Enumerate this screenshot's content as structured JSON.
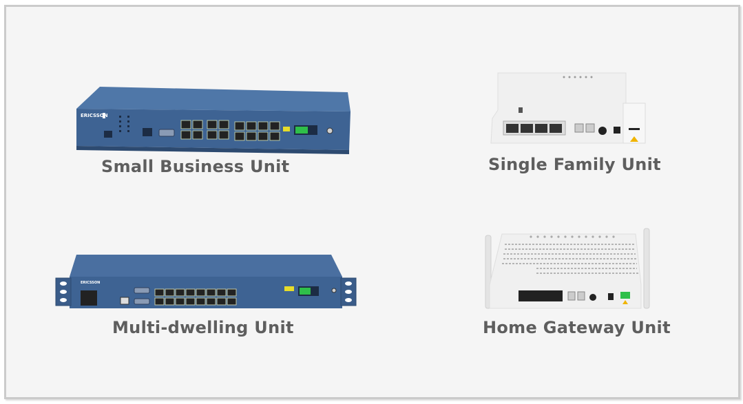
{
  "slide": {
    "products": [
      {
        "id": "small-business-unit",
        "label": "Small Business Unit",
        "device": "rack-switch-blue",
        "brand": "ERICSSON"
      },
      {
        "id": "single-family-unit",
        "label": "Single Family Unit",
        "device": "white-ont"
      },
      {
        "id": "multi-dwelling-unit",
        "label": "Multi-dwelling Unit",
        "device": "rack-switch-blue-1u",
        "brand": "ERICSSON"
      },
      {
        "id": "home-gateway-unit",
        "label": "Home Gateway Unit",
        "device": "white-gateway-with-antennas"
      }
    ],
    "colors": {
      "device_blue": "#3e6393",
      "device_white": "#f0f0f0",
      "label_gray": "#5e5e5e",
      "frame_border": "#cbcbcb",
      "background": "#f5f5f5",
      "sfp_green": "#2fbf4a",
      "sfp_yellow": "#e6dc2a"
    }
  }
}
